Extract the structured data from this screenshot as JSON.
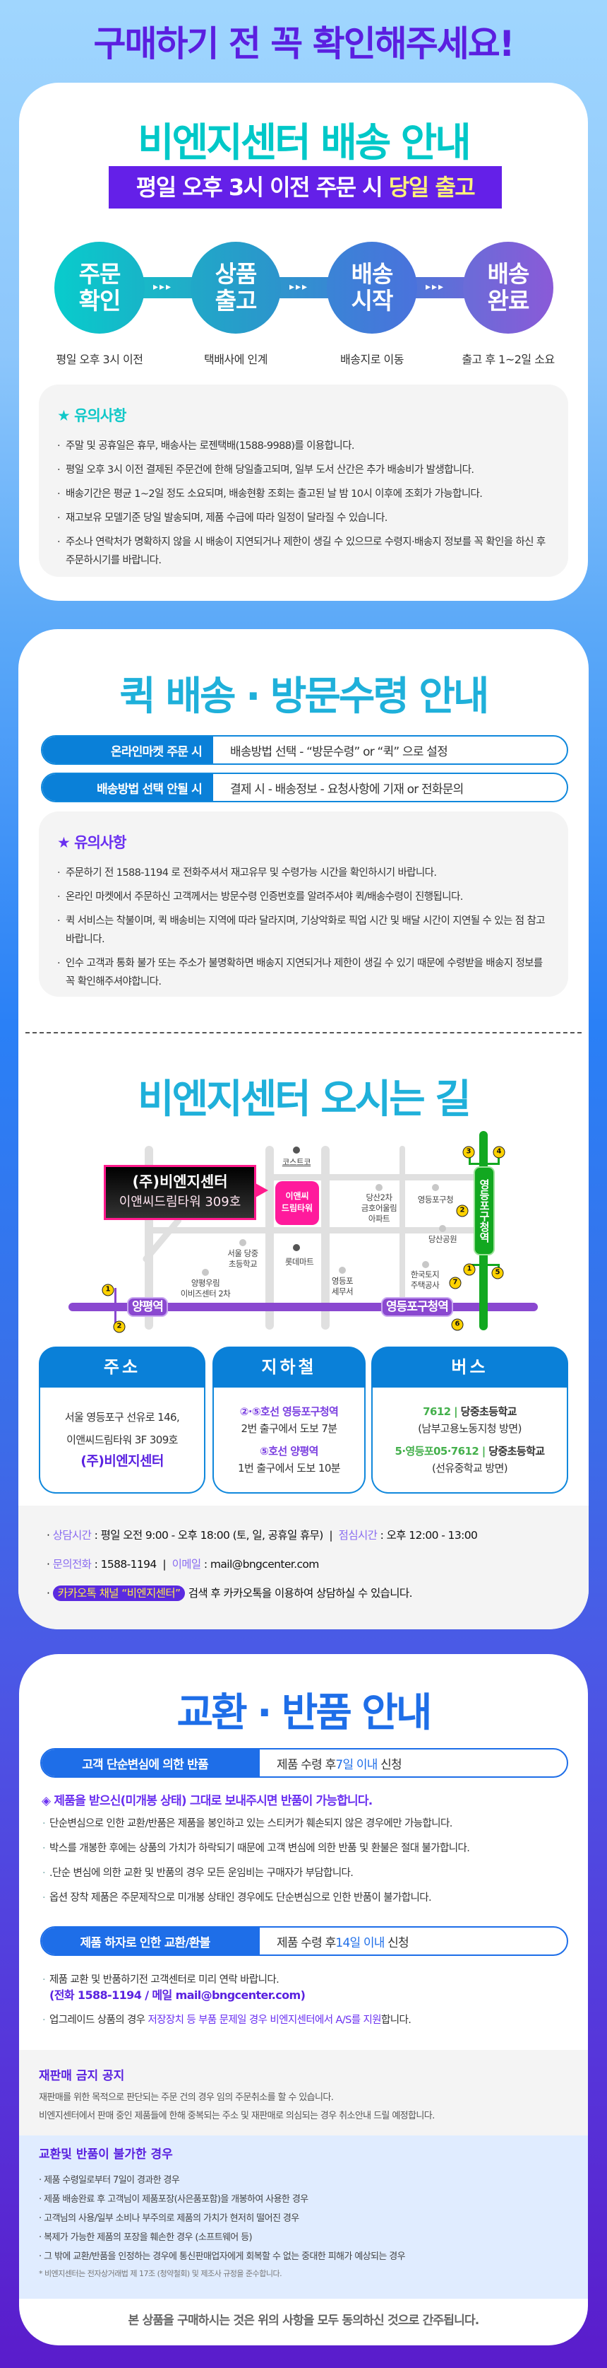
{
  "header_title": "구매하기 전 꼭 확인해주세요!",
  "shipping": {
    "title": "비엔지센터 배송 안내",
    "banner_prefix": "평일 오후 3시 이전 주문 시 ",
    "banner_highlight": "당일 출고",
    "steps": [
      {
        "line1": "주문",
        "line2": "확인",
        "caption": "평일 오후 3시 이전"
      },
      {
        "line1": "상품",
        "line2": "출고",
        "caption": "택배사에 인계"
      },
      {
        "line1": "배송",
        "line2": "시작",
        "caption": "배송지로 이동"
      },
      {
        "line1": "배송",
        "line2": "완료",
        "caption": "출고 후 1~2일 소요"
      }
    ],
    "arrow": "▸▸▸",
    "notes_title": "★ 유의사항",
    "notes": [
      "주말 및 공휴일은 휴무, 배송사는 로젠택배(1588-9988)를 이용합니다.",
      "평일 오후 3시 이전 결제된 주문건에 한해 당일출고되며, 일부 도서 산간은 추가 배송비가 발생합니다.",
      "배송기간은 평균 1~2일 정도 소요되며, 배송현황 조회는 출고된 날 밤 10시 이후에 조회가 가능합니다.",
      "재고보유 모델기준 당일 발송되며, 제품 수급에 따라 일정이 달라질 수 있습니다.",
      "주소나 연락처가 명확하지 않을 시 배송이 지연되거나 제한이 생길 수 있으므로 수령지·배송지 정보를 꼭 확인을 하신 후 주문하시기를 바랍니다."
    ]
  },
  "quick": {
    "title": "퀵 배송 · 방문수령 안내",
    "rows": [
      {
        "label": "온라인마켓 주문 시",
        "value": "배송방법 선택 - “방문수령” or “퀵” 으로 설정"
      },
      {
        "label": "배송방법 선택 안될 시",
        "value": "결제 시 - 배송정보 - 요청사항에 기재 or 전화문의"
      }
    ],
    "notes_title": "★ 유의사항",
    "notes": [
      "주문하기 전 1588-1194 로 전화주셔서 재고유무 및 수령가능 시간을 확인하시기 바랍니다.",
      "온라인 마켓에서 주문하신 고객께서는 방문수령 인증번호를 알려주셔야 퀵/배송수령이 진행됩니다.",
      "퀵 서비스는 착불이며, 퀵 배송비는 지역에 따라 달라지며, 기상악화로 픽업 시간 및 배달 시간이 지연될 수 있는 점 참고 바랍니다.",
      "인수 고객과 통화 불가 또는 주소가 불명확하면 배송지 지연되거나 제한이 생길 수 있기 때문에 수령받을 배송지 정보를 꼭 확인해주셔야합니다."
    ]
  },
  "directions": {
    "title": "비엔지센터 오시는 길",
    "map": {
      "callout_name": "(주)비엔지센터",
      "callout_addr": "이앤씨드림타워 309호",
      "building": "이앤씨\n드림타워",
      "landmarks": {
        "costco": "코스트코",
        "apartment": "당산2차\n금호어울림\n아파트",
        "district_office": "영등포구청",
        "park": "당산공원",
        "school": "서울 당중\n초등학교",
        "lotte": "롯데마트",
        "ebiz": "양평우림\n이비즈센터 2차",
        "tax_office": "영등포\n세무서",
        "lh": "한국토지\n주택공사"
      },
      "station_yangpyeong": "양평역",
      "station_ydp_line5": "영등포구청역",
      "station_ydp_line2": "영등포구청역",
      "exits": [
        "1",
        "2",
        "3",
        "4",
        "2",
        "1",
        "5",
        "7",
        "6"
      ],
      "line5_color": "#8a48d0",
      "line2_color": "#12a820"
    },
    "address": {
      "header": "주소",
      "line1": "서울 영등포구 선유로 146,",
      "line2": "이앤씨드림타워 3F 309호",
      "company": "(주)비엔지센터"
    },
    "subway": {
      "header": "지하철",
      "routes": [
        {
          "line": "②·⑤호선 영등포구청역",
          "detail": "2번 출구에서 도보 7분"
        },
        {
          "line": "⑤호선 양평역",
          "detail": "1번 출구에서 도보 10분"
        }
      ]
    },
    "bus": {
      "header": "버스",
      "sep": " | ",
      "routes": [
        {
          "number": "7612",
          "stop": "당중초등학교",
          "direction": "(남부고용노동지청 방면)"
        },
        {
          "number": "5·영등포05·7612",
          "stop": "당중초등학교",
          "direction": "(선유중학교 방면)"
        }
      ]
    },
    "contact": {
      "hours_label": "상담시간",
      "hours": "평일 오전 9:00 - 오후 18:00 (토, 일, 공휴일 휴무)",
      "lunch_label": "점심시간",
      "lunch": "오후 12:00 - 13:00",
      "phone_label": "문의전화",
      "phone": "1588-1194",
      "email_label": "이메일",
      "email": "mail@bngcenter.com",
      "kakao_badge": "카카오톡 채널 “비엔지센터”",
      "kakao_text": "검색 후 카카오톡을 이용하여 상담하실 수 있습니다."
    }
  },
  "returns": {
    "title": "교환 · 반품 안내",
    "row1": {
      "label": "고객 단순변심에 의한 반품",
      "pre": "제품 수령 후 ",
      "highlight": "7일 이내",
      "post": " 신청"
    },
    "diamond_note": "◈ 제품을 받으신(미개봉 상태) 그대로 보내주시면 반품이 가능합니다.",
    "bullets1": [
      "단순변심으로 인한 교환/반품은 제품을 봉인하고 있는 스티커가 훼손되지 않은 경우에만 가능합니다.",
      "박스를 개봉한 후에는 상품의 가치가 하락되기 때문에 고객 변심에 의한 반품 및 환불은 절대 불가합니다.",
      ".단순 변심에 의한 교환 및 반품의 경우 모든 운임비는 구매자가 부담합니다.",
      "옵션 장착 제품은 주문제작으로 미개봉 상태인 경우에도 단순변심으로 인한 반품이 불가합니다."
    ],
    "row2": {
      "label": "제품 하자로 인한 교환/환불",
      "pre": "제품 수령 후 ",
      "highlight": "14일 이내",
      "post": " 신청"
    },
    "contact_note": "제품 교환 및 반품하기전 고객센터로 미리 연락 바랍니다.",
    "contact_detail": "(전화 1588-1194 / 메일 mail@bngcenter.com)",
    "upgrade_pre": "업그레이드 상품의 경우 ",
    "upgrade_highlight": "저장장치 등 부품 문제일 경우 비엔지센터에서 A/S를 지원",
    "upgrade_post": "합니다.",
    "resale_title": "재판매 금지 공지",
    "resale_lines": [
      "재판매를 위한 목적으로 판단되는 주문 건의 경우 임의 주문취소를 할 수 있습니다.",
      "비엔지센터에서 판매 중인 제품들에 한해 중복되는 주소 및 재판매로 의심되는 경우 취소안내 드릴 예정합니다."
    ],
    "impossible_title": "교환및 반품이 불가한 경우",
    "impossible_items": [
      "제품 수령일로부터 7일이 경과한 경우",
      "제품 배송완료 후 고객님이 제품포장(사은품포함)을 개봉하여 사용한 경우",
      "고객님의 사용/일부 소비나 부주의로 제품의 가치가 현저히 떨어진 경우",
      "복제가 가능한 제품의 포장을 훼손한 경우 (소프트웨어 등)",
      "그 밖에 교환/반품을 인정하는 경우에 통신판매업자에게 회복할 수 없는 중대한 피해가 예상되는 경우"
    ],
    "legal_note": "* 비엔지센터는 전자상거래법 제 17조 (청약철회) 및 제조사 규정을 준수합니다.",
    "footer": "본 상품을 구매하시는 것은 위의 사항을 모두 동의하신 것으로 간주됩니다."
  }
}
